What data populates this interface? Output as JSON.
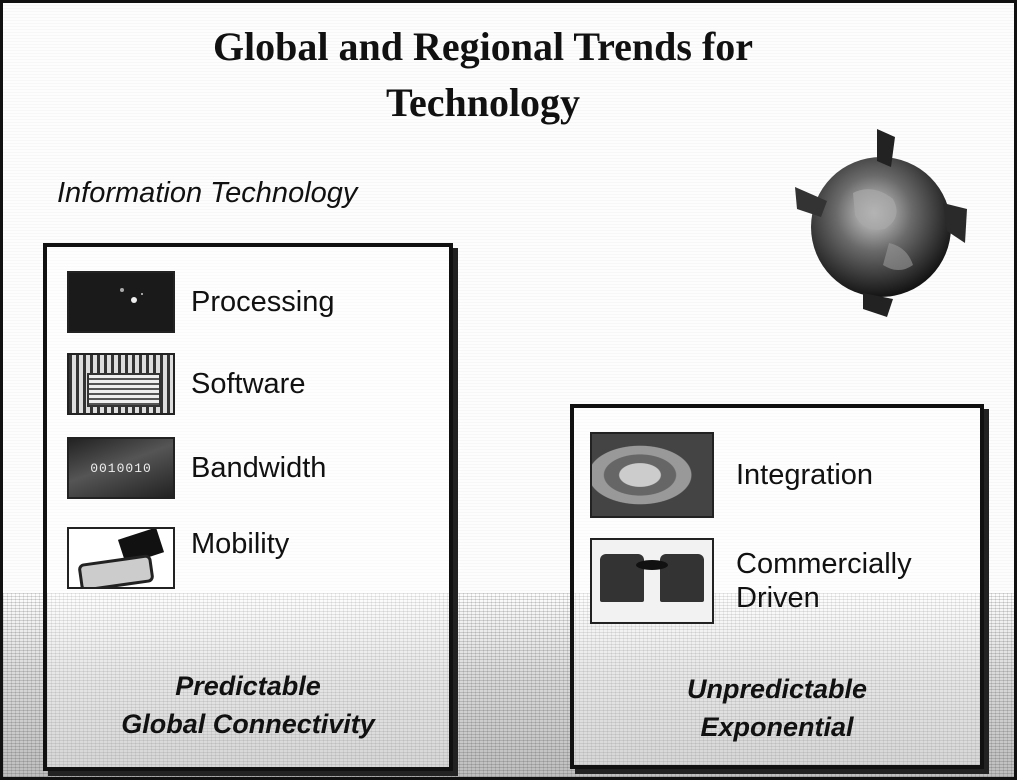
{
  "slide": {
    "title_line1": "Global and Regional Trends for",
    "title_line2": "Technology",
    "subtitle": "Information Technology",
    "globe_icon": "globe-icon"
  },
  "left_panel": {
    "items": [
      {
        "label": "Processing",
        "icon": "processing-chip-icon"
      },
      {
        "label": "Software",
        "icon": "software-screens-icon"
      },
      {
        "label": "Bandwidth",
        "icon": "binary-stream-icon",
        "thumb_text": "0010010"
      },
      {
        "label": "Mobility",
        "icon": "mobile-device-icon"
      }
    ],
    "footer_line1": "Predictable",
    "footer_line2": "Global Connectivity"
  },
  "right_panel": {
    "items": [
      {
        "label": "Integration",
        "icon": "integration-globe-icon"
      },
      {
        "label_line1": "Commercially",
        "label_line2": "Driven",
        "icon": "boardroom-icon"
      }
    ],
    "footer_line1": "Unpredictable",
    "footer_line2": "Exponential"
  }
}
